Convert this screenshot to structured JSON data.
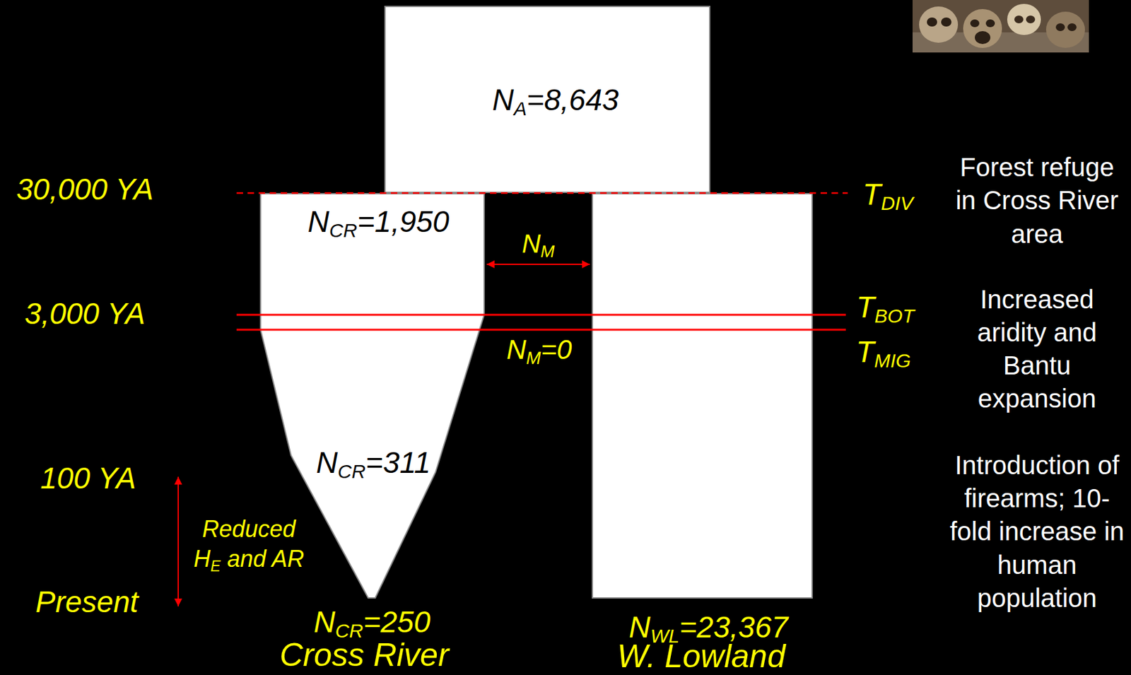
{
  "diagram": {
    "nodes": [
      {
        "text": [
          "NA=8,643"
        ]
      },
      {
        "text": [
          "NCR=1,950",
          "NCR=311",
          "NCR=250",
          "Cross River"
        ]
      },
      {
        "text": [
          "NWL=23,367",
          "W. Lowland"
        ]
      }
    ],
    "edges": [
      {
        "from": 1,
        "to": 2,
        "arrow": "both",
        "label": "NM"
      }
    ],
    "labels": [
      "30,000 YA",
      "3,000 YA",
      "100 YA",
      "Present",
      "Reduced HE and AR",
      "TDIV",
      "TBOT",
      "TMIG",
      "NM=0",
      "Forest refuge in Cross River area",
      "Increased aridity and Bantu expansion",
      "Introduction of firearms; 10-fold increase in human population"
    ]
  }
}
